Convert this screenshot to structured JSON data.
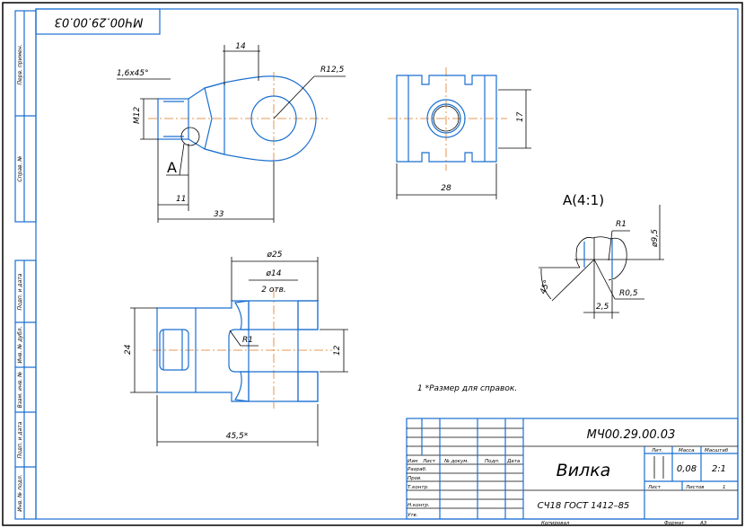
{
  "colors": {
    "outline": "#1a6fd0",
    "dimension": "#000000",
    "centerline": "#e07a20"
  },
  "top_stamp": "МЧ00.29.00.03",
  "side_stamps": {
    "top": [
      "Перв. примен.",
      "Справ. №"
    ],
    "bottom": [
      "Подп. и дата",
      "Инв. № дубл.",
      "Взам. инв. №",
      "Подп. и дата",
      "Инв. № подл."
    ]
  },
  "view_front": {
    "chamfer": "1,6x45°",
    "thread": "M12",
    "width_top": "14",
    "radius": "R12,5",
    "detail_label": "A",
    "len_thread": "11",
    "len_total": "33"
  },
  "view_side": {
    "width": "28",
    "height": "17"
  },
  "view_section": {
    "outer_dia": "ø25",
    "hole_dia": "ø14",
    "holes": "2 отв.",
    "height": "24",
    "slot": "12",
    "radius": "R1",
    "length": "45,5*"
  },
  "detail": {
    "title": "A(4:1)",
    "r1": "R1",
    "dia": "ø9,5",
    "r05": "R0,5",
    "angle": "45°",
    "pitch": "2,5"
  },
  "note": "1 *Размер для справок.",
  "title_block": {
    "designation": "МЧ00.29.00.03",
    "name": "Вилка",
    "material": "СЧ18  ГОСТ 1412–85",
    "headers": [
      "Изм",
      "Лист",
      "№ докум.",
      "Подп.",
      "Дата"
    ],
    "roles": [
      "Разраб.",
      "Пров.",
      "Т.контр.",
      "Н.контр.",
      "Утв."
    ],
    "lit_label": "Лит.",
    "mass_label": "Масса",
    "scale_label": "Масштаб",
    "mass": "0,08",
    "scale": "2:1",
    "sheet_label": "Лист",
    "sheets_label": "Листов",
    "sheets": "1",
    "copied": "Копировал",
    "format_label": "Формат",
    "format": "А3"
  }
}
